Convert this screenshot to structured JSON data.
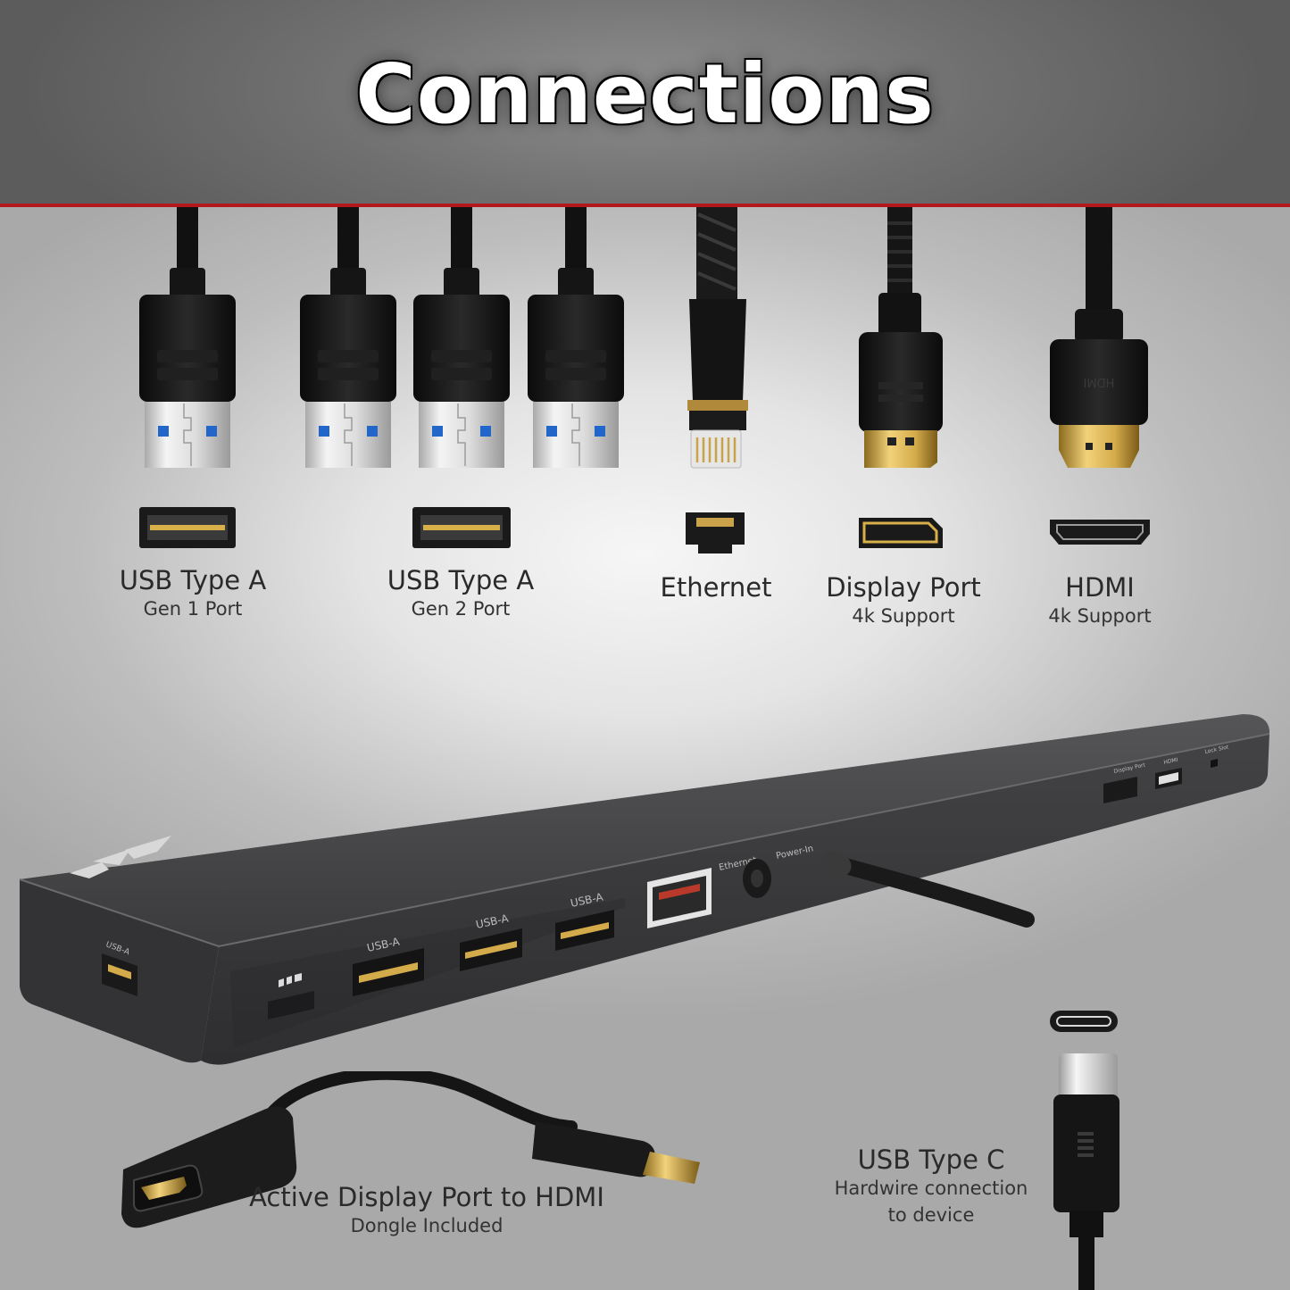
{
  "header": {
    "title": "Connections"
  },
  "connectors": [
    {
      "id": "usb-gen1",
      "label": "USB Type A",
      "sublabel": "Gen 1 Port"
    },
    {
      "id": "usb-gen2",
      "label": "USB Type A",
      "sublabel": "Gen 2 Port"
    },
    {
      "id": "ethernet",
      "label": "Ethernet",
      "sublabel": ""
    },
    {
      "id": "displayport",
      "label": "Display Port",
      "sublabel": "4k Support"
    },
    {
      "id": "hdmi",
      "label": "HDMI",
      "sublabel": "4k Support"
    }
  ],
  "dock": {
    "port_labels": {
      "usb_a_side": "USB-A",
      "usb_a_1": "USB-A",
      "usb_a_2": "USB-A",
      "usb_a_3": "USB-A",
      "ethernet": "Ethernet",
      "power_in": "Power-In",
      "display_port": "Display Port",
      "hdmi": "HDMI",
      "lock": "Lock Slot"
    },
    "accent_color": "#b3191b",
    "body_color": "#3a3a3c"
  },
  "hdmi_plug_text": "HDMI",
  "dongle": {
    "label": "Active Display Port to HDMI",
    "sublabel": "Dongle Included"
  },
  "usb_c": {
    "label": "USB Type C",
    "sublabel_line1": "Hardwire connection",
    "sublabel_line2": "to device"
  }
}
